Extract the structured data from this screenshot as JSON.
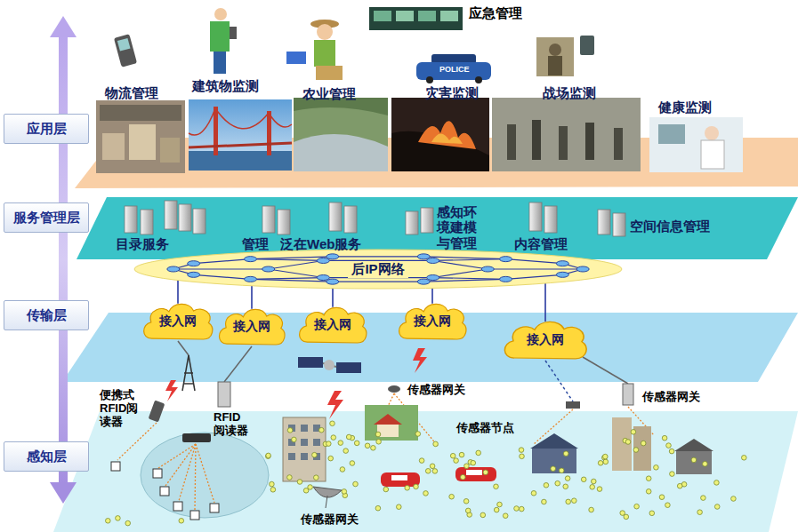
{
  "diagram": {
    "nodes": [
      {
        "text": [
          "应用层"
        ]
      },
      {
        "text": [
          "服务管理层"
        ]
      },
      {
        "text": [
          "传输层"
        ]
      },
      {
        "text": [
          "感知层"
        ]
      },
      {
        "text": [
          "后IP网络"
        ]
      },
      {
        "text": [
          "接入网"
        ]
      },
      {
        "text": [
          "接入网"
        ]
      },
      {
        "text": [
          "接入网"
        ]
      },
      {
        "text": [
          "接入网"
        ]
      },
      {
        "text": [
          "接入网"
        ]
      }
    ],
    "edges": [
      {
        "from": 5,
        "to": 4,
        "arrow": "none"
      },
      {
        "from": 6,
        "to": 4,
        "arrow": "none"
      },
      {
        "from": 7,
        "to": 4,
        "arrow": "none"
      },
      {
        "from": 8,
        "to": 4,
        "arrow": "none"
      },
      {
        "from": 9,
        "to": 4,
        "arrow": "none"
      }
    ],
    "labels": [
      "应急管理",
      "物流管理",
      "建筑物监测",
      "农业管理",
      "灾害监测",
      "战场监测",
      "健康监测",
      "目录服务",
      "管理",
      "泛在Web服务",
      "感知环境建模与管理",
      "内容管理",
      "空间信息管理",
      "便携式RFID阅读器",
      "RFID阅读器",
      "传感器网关",
      "传感器节点",
      "传感器网关",
      "传感器网关",
      "POLICE"
    ]
  }
}
